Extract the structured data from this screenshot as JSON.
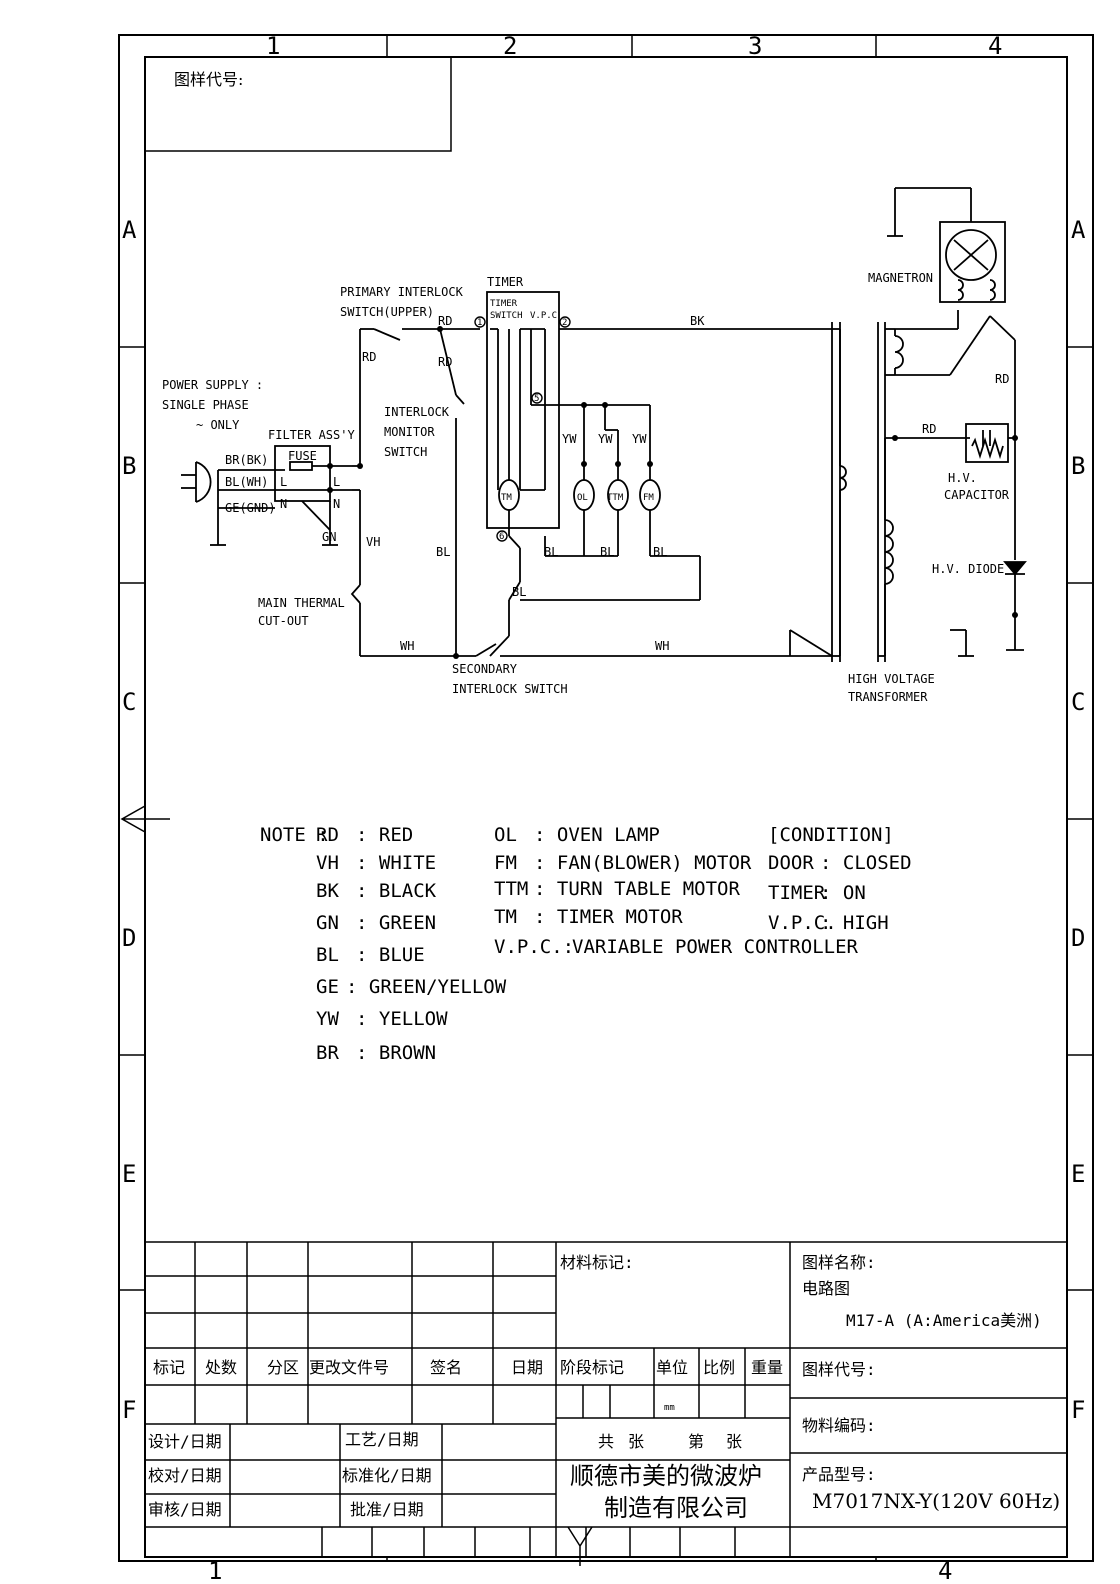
{
  "grid": {
    "cols": [
      "1",
      "2",
      "3",
      "4"
    ],
    "rows": [
      "A",
      "B",
      "C",
      "D",
      "E",
      "F"
    ]
  },
  "header": {
    "drawing_no_label": "图样代号:"
  },
  "labels": {
    "timer": "TIMER",
    "timer_switch_1": "TIMER",
    "timer_switch_2": "SWITCH",
    "vpc": "V.P.C",
    "primary_1": "PRIMARY INTERLOCK",
    "primary_2": "SWITCH(UPPER)",
    "power_1": "POWER SUPPLY :",
    "power_2": "SINGLE PHASE",
    "power_3": "~ ONLY",
    "filter": "FILTER ASS'Y",
    "fuse": "FUSE",
    "interlock_1": "INTERLOCK",
    "interlock_2": "MONITOR",
    "interlock_3": "SWITCH",
    "thermal_1": "MAIN THERMAL",
    "thermal_2": "CUT-OUT",
    "secondary_1": "SECONDARY",
    "secondary_2": "INTERLOCK SWITCH",
    "magnetron": "MAGNETRON",
    "hv_cap_1": "H.V.",
    "hv_cap_2": "CAPACITOR",
    "hv_diode": "H.V. DIODE",
    "hvt_1": "HIGH VOLTAGE",
    "hvt_2": "TRANSFORMER",
    "l": "L",
    "n": "N",
    "tm": "TM",
    "ol": "OL",
    "ttm": "TTM",
    "fm": "FM",
    "circ1": "1",
    "circ2": "2",
    "circ5": "5",
    "circ6": "6"
  },
  "wires": {
    "rd": "RD",
    "bk": "BK",
    "vh": "VH",
    "wh": "WH",
    "bl": "BL",
    "yw": "YW",
    "gn": "GN",
    "br": "BR(BK)",
    "blwh": "BL(WH)",
    "ge": "GE(GND)"
  },
  "notes": {
    "title": "NOTE :",
    "c1": [
      [
        "RD",
        ": RED"
      ],
      [
        "VH",
        ": WHITE"
      ],
      [
        "BK",
        ": BLACK"
      ],
      [
        "GN",
        ": GREEN"
      ],
      [
        "BL",
        ": BLUE"
      ],
      [
        "GE",
        ": GREEN/YELLOW"
      ],
      [
        "YW",
        ": YELLOW"
      ],
      [
        "BR",
        ": BROWN"
      ]
    ],
    "c2": [
      [
        "OL",
        ": OVEN LAMP"
      ],
      [
        "FM",
        ": FAN(BLOWER) MOTOR"
      ],
      [
        "TTM",
        ": TURN TABLE MOTOR"
      ],
      [
        "TM",
        ": TIMER MOTOR"
      ],
      [
        "V.P.C.:",
        "VARIABLE POWER CONTROLLER"
      ]
    ],
    "cond_title": "[CONDITION]",
    "c3": [
      [
        "DOOR",
        ": CLOSED"
      ],
      [
        "TIMER",
        ": ON"
      ],
      [
        "V.P.C.",
        ": HIGH"
      ]
    ]
  },
  "title_block": {
    "col_headers": [
      "标记",
      "处数",
      "分区",
      "更改文件号",
      "签名",
      "日期"
    ],
    "material_mark": "材料标记:",
    "stage_headers": [
      "阶段标记",
      "单位",
      "比例",
      "重量"
    ],
    "unit_value": "mm",
    "rows_left": [
      [
        "设计/日期",
        "工艺/日期"
      ],
      [
        "校对/日期",
        "标准化/日期"
      ],
      [
        "审核/日期",
        "批准/日期"
      ]
    ],
    "sheet_gong": "共",
    "sheet_zhang": "张",
    "sheet_di": "第",
    "company_1": "顺德市美的微波炉",
    "company_2": "制造有限公司",
    "drawing_name_label": "图样名称:",
    "drawing_name": "电路图",
    "model_variant": "M17-A (A:America美洲)",
    "drawing_no_label": "图样代号:",
    "material_code_label": "物料编码:",
    "product_model_label": "产品型号:",
    "product_model": "M7017NX-Y(120V 60Hz)"
  }
}
